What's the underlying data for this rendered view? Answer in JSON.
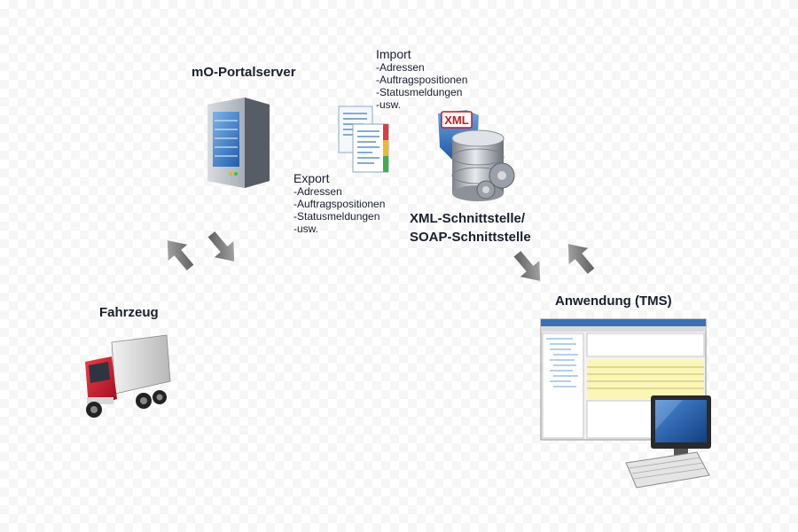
{
  "nodes": {
    "portalserver": {
      "title": "mO-Portalserver",
      "icon": "server-icon"
    },
    "interface": {
      "title_line1": "XML-Schnittstelle/",
      "title_line2": "SOAP-Schnittstelle",
      "icon": "database-gears-icon",
      "badge": "XML"
    },
    "vehicle": {
      "title": "Fahrzeug",
      "icon": "truck-icon"
    },
    "application": {
      "title": "Anwendung (TMS)",
      "icon": "computer-icon"
    }
  },
  "import": {
    "heading": "Import",
    "items": [
      "-Adressen",
      "-Auftragspositionen",
      "-Statusmeldungen",
      "-usw."
    ]
  },
  "export": {
    "heading": "Export",
    "items": [
      "-Adressen",
      "-Auftragspositionen",
      "-Statusmeldungen",
      "-usw."
    ]
  },
  "documents_icon": "documents-icon",
  "arrow_icon": "arrow-icon",
  "colors": {
    "text": "#1a1f2e",
    "truck_red": "#c8102e",
    "arrow_gray": "#6e6e6e",
    "server_blue": "#2f6fb8"
  }
}
